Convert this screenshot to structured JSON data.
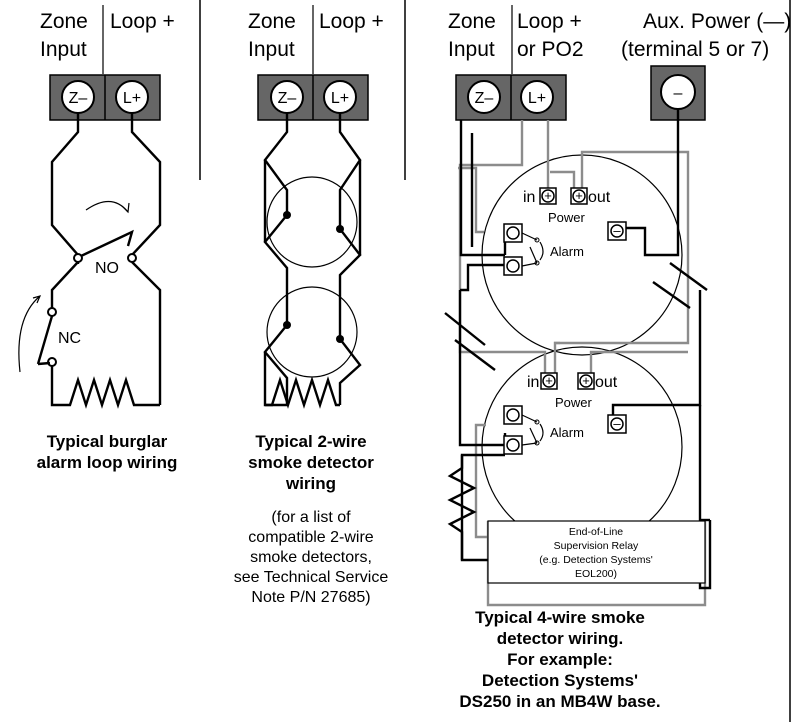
{
  "left_panel": {
    "header_zone": "Zone",
    "header_input": "Input",
    "header_loop": "Loop +",
    "term_z": "Z–",
    "term_l": "L+",
    "label_no": "NO",
    "label_nc": "NC",
    "caption": [
      "Typical burglar",
      "alarm loop wiring"
    ]
  },
  "middle_panel": {
    "header_zone": "Zone",
    "header_input": "Input",
    "header_loop": "Loop +",
    "term_z": "Z–",
    "term_l": "L+",
    "caption": [
      "Typical 2-wire",
      "smoke detector",
      "wiring"
    ],
    "note": [
      "(for a list of",
      "compatible 2-wire",
      "smoke detectors,",
      "see Technical Service",
      "Note P/N 27685)"
    ]
  },
  "right_panel": {
    "header_zone": "Zone",
    "header_input": "Input",
    "header_loop": "Loop +",
    "header_po2": "or PO2",
    "aux_line1": "Aux. Power (—)",
    "aux_line2": "(terminal 5 or 7)",
    "term_z": "Z–",
    "term_l": "L+",
    "term_minus": "–",
    "in_label": "in",
    "out_label": "out",
    "power_label": "Power",
    "alarm_label": "Alarm",
    "plus_symbol": "+",
    "minus_symbol": "–",
    "relay_text": [
      "End-of-Line",
      "Supervision Relay",
      "(e.g. Detection Systems'",
      "EOL200)"
    ],
    "caption": [
      "Typical 4-wire smoke",
      "detector wiring.",
      "For example:",
      "Detection Systems'",
      "DS250 in an MB4W base."
    ]
  }
}
